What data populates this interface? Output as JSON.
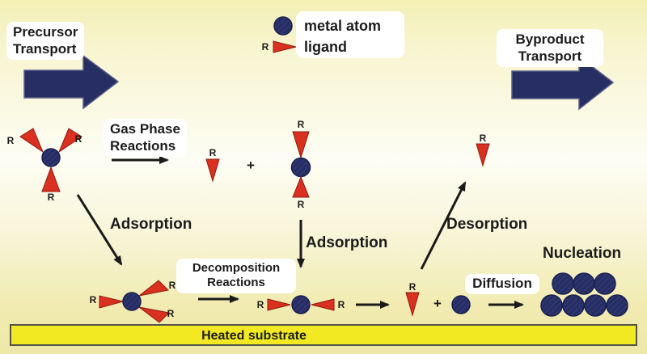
{
  "colors": {
    "background_top": "#f3efb4",
    "background_middle": "#fdfdf4",
    "background_bottom": "#eee8a8",
    "metal_navy": "#272e64",
    "ligand_red": "#d9301f",
    "substrate_yellow": "#f2e922",
    "substrate_border": "#55544a",
    "label_bg": "#ffffff",
    "text": "#1c1c1c"
  },
  "transport": {
    "precursor": "Precursor\nTransport",
    "byproduct": "Byproduct\nTransport"
  },
  "legend": {
    "metal_atom": "metal atom",
    "ligand": "ligand"
  },
  "process_labels": {
    "gas_phase": "Gas Phase\nReactions",
    "adsorption_left": "Adsorption",
    "adsorption_center": "Adsorption",
    "decomposition": "Decomposition\nReactions",
    "desorption": "Desorption",
    "diffusion": "Diffusion",
    "nucleation": "Nucleation"
  },
  "substrate_label": "Heated substrate",
  "symbols": {
    "r": "R",
    "plus": "+"
  }
}
